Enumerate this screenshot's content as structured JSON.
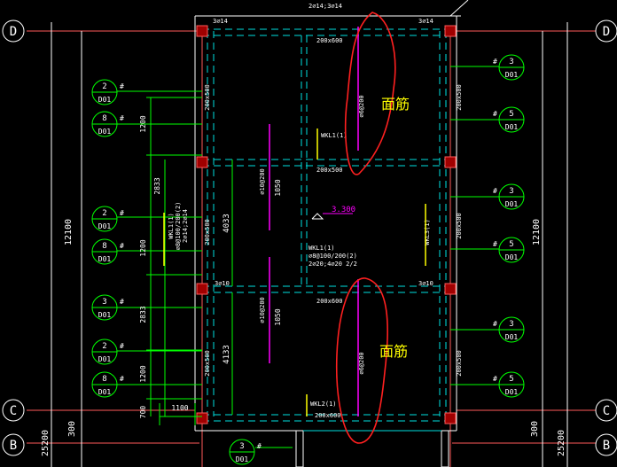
{
  "app": {
    "title": "CAD drawing view"
  },
  "colors": {
    "background": "#000000",
    "axis_line": "#ff5a5a",
    "grid_line": "#ffffff",
    "wall_line": "#00c8c8",
    "beam_dash": "#00e0e0",
    "dimension": "#00ff00",
    "text_white": "#ffffff",
    "text_yellow": "#ffff00",
    "rebar_magenta": "#ff00ff",
    "annotation_red": "#ff2020",
    "column_fill": "#a00000"
  },
  "axes": {
    "left": [
      "D",
      "C",
      "B"
    ],
    "right": [
      "D",
      "C",
      "B"
    ]
  },
  "dimensions": {
    "left_total": "12100",
    "right_total": "12100",
    "left_bottom_300": "300",
    "left_bottom_25200": "25200",
    "right_bottom_300": "300",
    "right_bottom_25200": "25200",
    "seg_1200_a": "1200",
    "seg_2833_a": "2833",
    "seg_1200_b": "1200",
    "seg_2833_b": "2833",
    "seg_1200_c": "1200",
    "seg_700": "700",
    "seg_1100": "1100",
    "inner_4033": "4033",
    "inner_4133": "4133",
    "inner_1050_a": "1050",
    "inner_1050_b": "1050"
  },
  "openings_left": [
    {
      "num": "2",
      "tag": "D01",
      "mark": "#"
    },
    {
      "num": "8",
      "tag": "D01",
      "mark": "#"
    },
    {
      "num": "2",
      "tag": "D01",
      "mark": "#"
    },
    {
      "num": "8",
      "tag": "D01",
      "mark": "#"
    },
    {
      "num": "3",
      "tag": "D01",
      "mark": "#"
    },
    {
      "num": "2",
      "tag": "D01",
      "mark": "#"
    },
    {
      "num": "8",
      "tag": "D01",
      "mark": "#"
    },
    {
      "num": "3",
      "tag": "D01",
      "mark": "#"
    }
  ],
  "openings_right": [
    {
      "num": "3",
      "tag": "D01",
      "mark": "#"
    },
    {
      "num": "5",
      "tag": "D01",
      "mark": "#"
    },
    {
      "num": "3",
      "tag": "D01",
      "mark": "#"
    },
    {
      "num": "5",
      "tag": "D01",
      "mark": "#"
    },
    {
      "num": "3",
      "tag": "D01",
      "mark": "#"
    },
    {
      "num": "5",
      "tag": "D01",
      "mark": "#"
    }
  ],
  "beams": {
    "top_rebar_left": "3⌀14",
    "top_rebar_right": "3⌀14",
    "top_note": "2⌀14;3⌀14",
    "size_200x600_top": "200x600",
    "size_200x500_mid": "200x500",
    "size_200x600_low": "200x600",
    "size_200x600_bottom": "200x600",
    "wall_left_1": "200x500",
    "wall_left_2": "200x500",
    "wall_left_3": "200x500",
    "wall_right_1": "200x500",
    "wall_right_2": "200x500",
    "wall_right_3": "200x500",
    "rebar_mid_left": "3⌀10",
    "rebar_mid_right": "3⌀10",
    "wkl1_top": "WKL1(1)",
    "wkl1_mid": "WKL1(1)",
    "wkl1_stirrup": "⌀8@100/200(2)",
    "wkl1_main": "2⌀20;4⌀20 2/2",
    "wkl2": "WKL2(1)",
    "wkl3": "WKL3(1)",
    "left_beam_label": "WKL1(1)",
    "left_beam_stirrup": "⌀8@100/200(2)",
    "left_beam_main": "2⌀14;2⌀14",
    "slab_rebar_upper": "⌀10@200",
    "slab_rebar_lower": "⌀10@200",
    "face_rebar_top": "⌀6@200",
    "face_rebar_bottom": "⌀6@200",
    "elevation": "3.300"
  },
  "annotations": {
    "face_rebar_top": "面筋",
    "face_rebar_bottom": "面筋"
  }
}
